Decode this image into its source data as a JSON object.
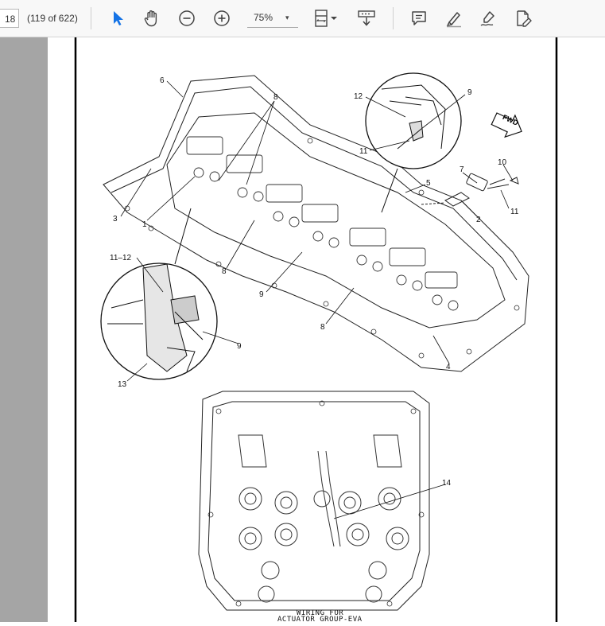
{
  "toolbar": {
    "page_number": "18",
    "page_count": "(119 of 622)",
    "zoom": "75%",
    "zoom_caret": "▾",
    "tools": [
      {
        "name": "select",
        "icon": "pointer-arrow-icon"
      },
      {
        "name": "hand",
        "icon": "hand-icon"
      },
      {
        "name": "zoom-out",
        "icon": "minus-circle-icon"
      },
      {
        "name": "zoom-in",
        "icon": "plus-circle-icon"
      },
      {
        "name": "page-fit",
        "icon": "page-fit-icon"
      },
      {
        "name": "scroll-mode",
        "icon": "scroll-mode-icon"
      },
      {
        "name": "comment",
        "icon": "comment-icon"
      },
      {
        "name": "highlight",
        "icon": "highlighter-icon"
      },
      {
        "name": "sign",
        "icon": "sign-pen-icon"
      },
      {
        "name": "edit",
        "icon": "edit-pdf-icon"
      }
    ],
    "accent_color": "#1473e6"
  },
  "drawing": {
    "callouts": {
      "c6": "6",
      "c8a": "8",
      "c12": "12",
      "c9a": "9",
      "c11a": "11",
      "c3": "3",
      "c1": "1",
      "c5": "5",
      "c7": "7",
      "c10": "10",
      "c2": "2",
      "c11b": "11",
      "c1112": "11–12",
      "c8b": "8",
      "c9b": "9",
      "c8c": "8",
      "c9c": "9",
      "c13": "13",
      "c4": "4",
      "c14": "14"
    },
    "fwd_label": "FWD",
    "caption_line1": "WIRING FOR",
    "caption_line2": "ACTUATOR GROUP-EVA"
  }
}
